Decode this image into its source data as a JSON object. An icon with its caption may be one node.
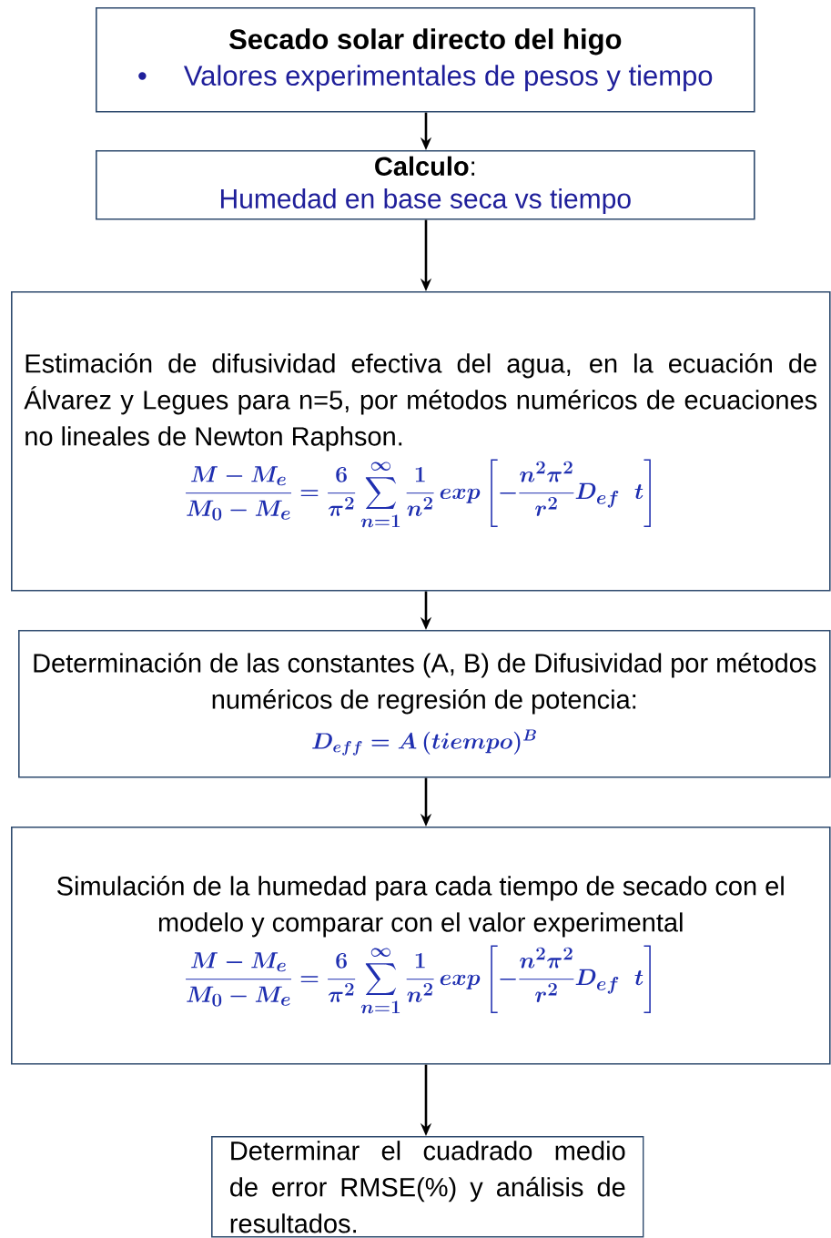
{
  "diagram": {
    "nodes": [
      {
        "text": [
          "Secado solar directo del higo",
          "Valores experimentales de pesos y tiempo"
        ]
      },
      {
        "text": [
          "**Calculo**:",
          "Humedad en base seca vs tiempo"
        ]
      },
      {
        "text": [
          "Estimación de difusividad efectiva del agua, en la ecuación de Álvarez y Legues para n=5, por métodos numéricos de ecuaciones no lineales de Newton Raphson.",
          "\\frac{M-M_e}{M_0-M_e}=\\frac{6}{\\pi^2}\\sum_{n=1}^{\\infty}\\frac{1}{n^2}\\,exp\\left[-\\frac{n^2\\pi^2}{r^2}D_{ef}\\;\\;t\\right]"
        ]
      },
      {
        "text": [
          "Determinación de las constantes (A, B) de Difusividad por métodos numéricos de regresión de potencia:",
          "D_{eff}=A\\,(tiempo)^B"
        ]
      },
      {
        "text": [
          "Simulación de la humedad para cada tiempo de secado con el modelo y comparar con el valor experimental",
          "\\frac{M-M_e}{M_0-M_e}=\\frac{6}{\\pi^2}\\sum_{n=1}^{\\infty}\\frac{1}{n^2}\\,exp\\left[-\\frac{n^2\\pi^2}{r^2}D_{ef}\\;\\;t\\right]"
        ]
      },
      {
        "text": [
          "Determinar el cuadrado medio de error RMSE(%) y análisis de resultados."
        ]
      }
    ],
    "edges": [
      {
        "from": 0,
        "to": 1,
        "arrow": "to"
      },
      {
        "from": 1,
        "to": 2,
        "arrow": "to"
      },
      {
        "from": 2,
        "to": 3,
        "arrow": "to"
      },
      {
        "from": 3,
        "to": 4,
        "arrow": "to"
      },
      {
        "from": 4,
        "to": 5,
        "arrow": "to"
      }
    ],
    "labels": [
      "•"
    ]
  }
}
